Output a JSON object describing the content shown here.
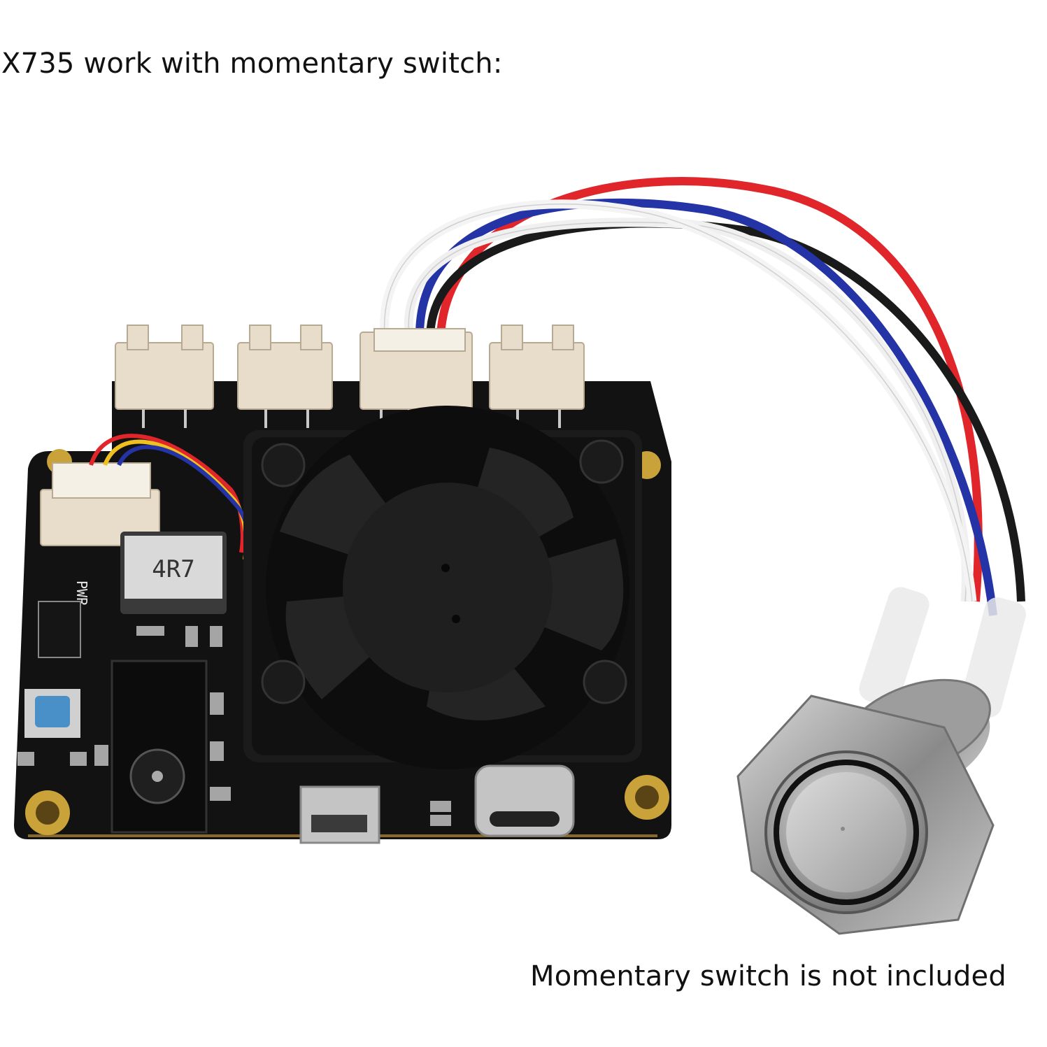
{
  "header": {
    "title": "X735 work with momentary switch:"
  },
  "footer": {
    "note": "Momentary switch is not included"
  },
  "board": {
    "inductor_label": "4R7",
    "pwr_label": "PWR"
  },
  "colors": {
    "background": "#ffffff",
    "pcb": "#111111",
    "fan": "#1b1b1b",
    "connector": "#e8dccb",
    "gold_pad": "#c9a23a",
    "wire_red": "#e0262b",
    "wire_blue": "#2433a6",
    "wire_white": "#f4f4f4",
    "wire_black": "#1a1a1a",
    "switch_metal": "#b9b9b9"
  }
}
